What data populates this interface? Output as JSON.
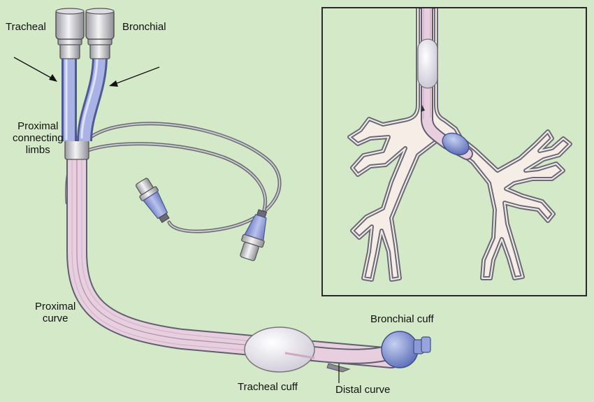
{
  "labels": {
    "tracheal": "Tracheal",
    "bronchial": "Bronchial",
    "proximal_limbs": "Proximal\nconnecting\nlimbs",
    "proximal_curve": "Proximal\ncurve",
    "bronchial_cuff": "Bronchial cuff",
    "tracheal_cuff": "Tracheal cuff",
    "distal_curve": "Distal curve"
  },
  "colors": {
    "background": "#d3e9c8",
    "tube_pink": "#e8cfe0",
    "tube_outline": "#6a6a78",
    "connector_blue": "#8f9bd4",
    "cuff_white": "#eceaf2",
    "bronchial_cuff_blue": "#7c8fd0",
    "airway_fill": "#f5ede6"
  }
}
